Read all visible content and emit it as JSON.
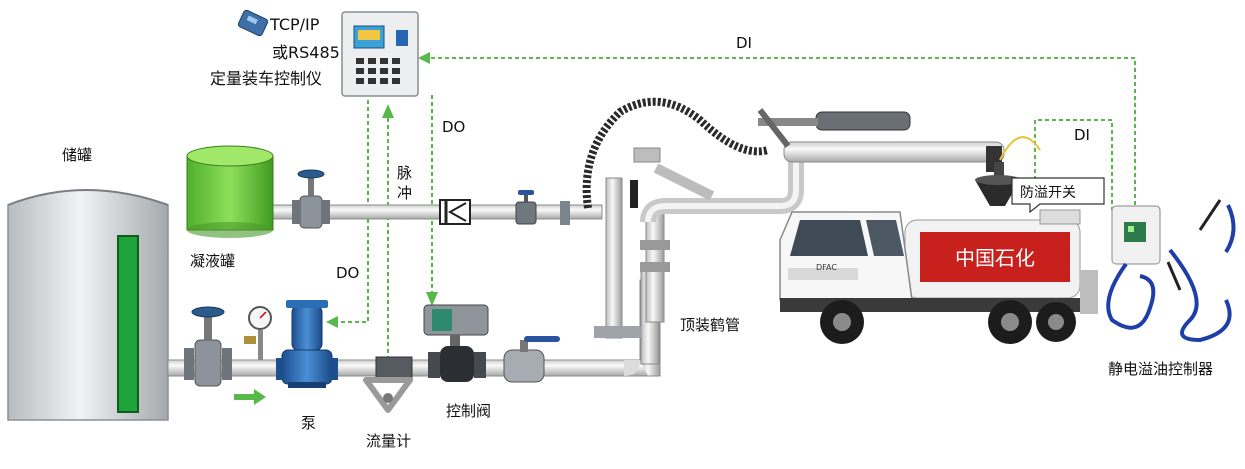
{
  "labels": {
    "protocol_line1": "TCP/IP",
    "protocol_line2": "或RS485",
    "controller": "定量装车控制仪",
    "di_top": "DI",
    "do_right": "DO",
    "pulse_1": "脉",
    "pulse_2": "冲",
    "do_left": "DO",
    "tank": "储罐",
    "condensate_tank": "凝液罐",
    "pump": "泵",
    "flowmeter": "流量计",
    "control_valve": "控制阀",
    "loading_arm": "顶装鹤管",
    "overflow_switch": "防溢开关",
    "di_right": "DI",
    "static_controller": "静电溢油控制器",
    "truck_logo": "中国石化",
    "truck_brand": "DFAC"
  },
  "colors": {
    "signal_line": "#58b84a",
    "pipe": "#e4e4e4",
    "pipe_edge": "#8a8a8a",
    "tank_level": "#1ea33a",
    "condensate_tank": "#5fc23a",
    "truck_red": "#c8201c",
    "pump_blue": "#2a6fb5",
    "cable_blue": "#1f3fa8"
  },
  "icons": [
    "controller-icon",
    "modem-icon",
    "tank-icon",
    "condensate-tank-icon",
    "gate-valve-icon",
    "check-valve-icon",
    "ball-valve-icon",
    "pump-icon",
    "pressure-gauge-icon",
    "flowmeter-icon",
    "control-valve-icon",
    "loading-arm-icon",
    "tanker-truck-icon",
    "overflow-switch-icon",
    "static-controller-icon",
    "grounding-clamp-icon"
  ]
}
